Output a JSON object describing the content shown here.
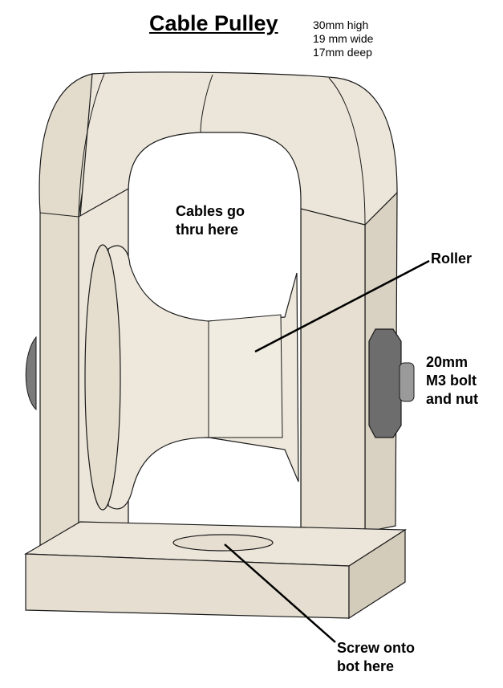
{
  "title": "Cable Pulley",
  "dimensions": [
    "30mm high",
    "19 mm wide",
    "17mm deep"
  ],
  "callouts": {
    "cables": [
      "Cables go",
      "thru here"
    ],
    "roller": [
      "Roller"
    ],
    "bolt": [
      "20mm",
      "M3 bolt",
      "and nut"
    ],
    "screw": [
      "Screw onto",
      "bot here"
    ]
  },
  "colors": {
    "part_fill": "#ECE6DA",
    "part_shade": "#D9D2C2",
    "part_dark": "#C9C1B0",
    "nut": "#6D6D6D",
    "outline": "#1A1A1A"
  }
}
